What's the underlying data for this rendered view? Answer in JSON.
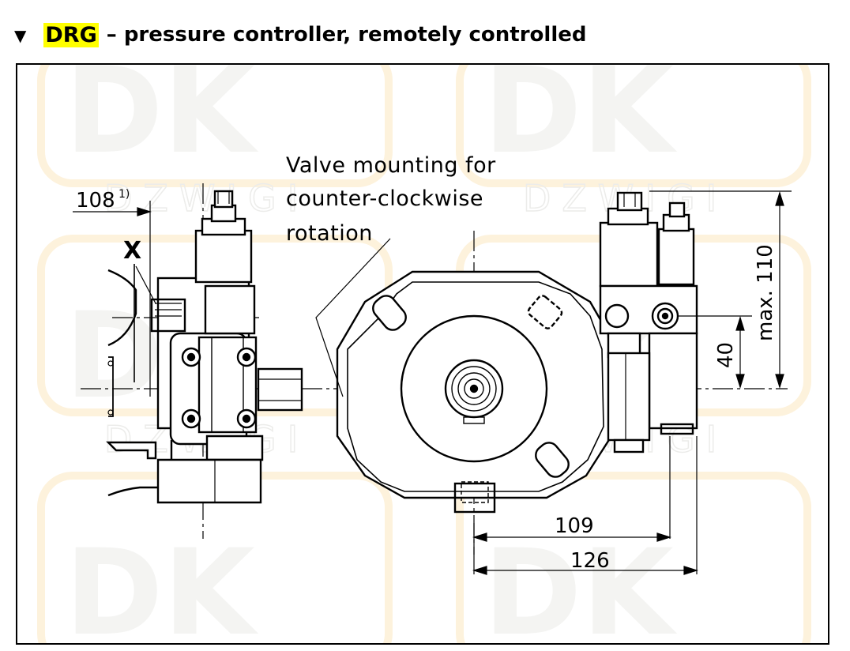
{
  "header": {
    "collapse_icon": "triangle-down-icon",
    "code": "DRG",
    "title": "– pressure controller, remotely controlled",
    "highlight_color": "#ffff00"
  },
  "drawing": {
    "callout": [
      "Valve mounting for",
      "counter-clockwise",
      "rotation"
    ],
    "port_label": "X",
    "dimensions": {
      "left_offset": "108",
      "left_offset_note": "1)",
      "max_height": "max. 110",
      "valve_height": "40",
      "d109": "109",
      "d126": "126"
    },
    "watermark": {
      "text": "DK",
      "sub": "DZWIGI",
      "color": "#f6f6f4",
      "accent": "#fdf2dc"
    }
  }
}
